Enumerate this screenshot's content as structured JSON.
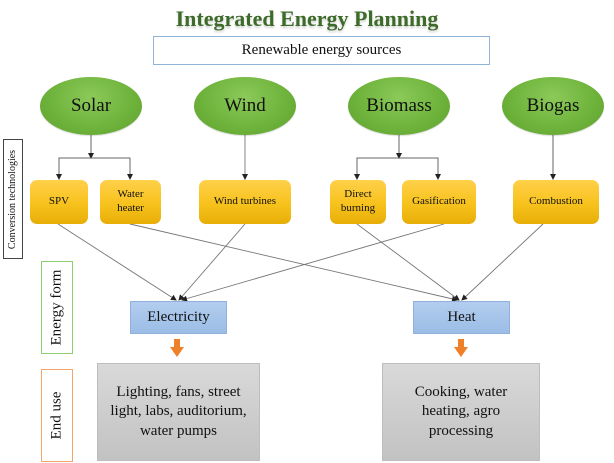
{
  "title": "Integrated Energy Planning",
  "sources_label": "Renewable energy sources",
  "side_labels": {
    "conversion": "Conversion technologies",
    "energy_form": "Energy form",
    "end_use": "End use"
  },
  "sources": [
    {
      "id": "solar",
      "label": "Solar"
    },
    {
      "id": "wind",
      "label": "Wind"
    },
    {
      "id": "biomass",
      "label": "Biomass"
    },
    {
      "id": "biogas",
      "label": "Biogas"
    }
  ],
  "technologies": [
    {
      "id": "spv",
      "label": "SPV",
      "source": "solar",
      "output": "electricity"
    },
    {
      "id": "water-heater",
      "label": "Water heater",
      "source": "solar",
      "output": "heat"
    },
    {
      "id": "wind-turbines",
      "label": "Wind turbines",
      "source": "wind",
      "output": "electricity"
    },
    {
      "id": "direct-burning",
      "label": "Direct burning",
      "source": "biomass",
      "output": "heat"
    },
    {
      "id": "gasification",
      "label": "Gasification",
      "source": "biomass",
      "output": "electricity"
    },
    {
      "id": "combustion",
      "label": "Combustion",
      "source": "biogas",
      "output": "heat"
    }
  ],
  "energy_forms": [
    {
      "id": "electricity",
      "label": "Electricity"
    },
    {
      "id": "heat",
      "label": "Heat"
    }
  ],
  "end_uses": [
    {
      "form": "electricity",
      "label": "Lighting, fans, street light, labs, auditorium, water pumps"
    },
    {
      "form": "heat",
      "label": "Cooking, water heating, agro processing"
    }
  ],
  "colors": {
    "title": "#3d6b2a",
    "source_ellipse": "#6fb43c",
    "technology_box": "#f7c21c",
    "energy_form_box": "#a6c4eb",
    "end_use_box": "#cfcfcf",
    "down_arrow": "#f07f2a",
    "connector": "#666666"
  }
}
